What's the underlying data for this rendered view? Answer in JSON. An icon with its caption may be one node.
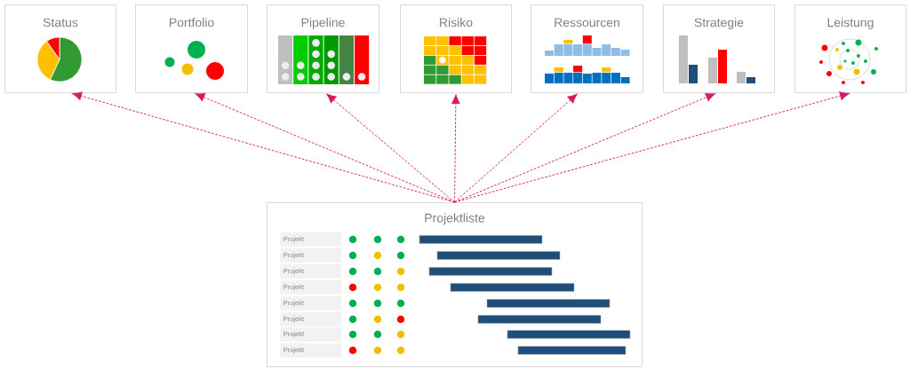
{
  "diagram": {
    "nodes": [
      {
        "text": [
          "Status"
        ]
      },
      {
        "text": [
          "Portfolio"
        ]
      },
      {
        "text": [
          "Pipeline"
        ]
      },
      {
        "text": [
          "Risiko"
        ]
      },
      {
        "text": [
          "Ressourcen"
        ]
      },
      {
        "text": [
          "Strategie"
        ]
      },
      {
        "text": [
          "Leistung"
        ]
      },
      {
        "text": [
          "Projektliste"
        ]
      },
      {
        "text": [
          "Projekt"
        ],
        "in": 7
      },
      {
        "text": [
          "Projekt"
        ],
        "in": 7
      },
      {
        "text": [
          "Projekt"
        ],
        "in": 7
      },
      {
        "text": [
          "Projekt"
        ],
        "in": 7
      },
      {
        "text": [
          "Projekt"
        ],
        "in": 7
      },
      {
        "text": [
          "Projekt"
        ],
        "in": 7
      },
      {
        "text": [
          "Projekt"
        ],
        "in": 7
      },
      {
        "text": [
          "Projekt"
        ],
        "in": 7
      }
    ],
    "edges": [
      {
        "from": 7,
        "to": 0,
        "arrow": "to",
        "style": "dashed"
      },
      {
        "from": 7,
        "to": 1,
        "arrow": "to",
        "style": "dashed"
      },
      {
        "from": 7,
        "to": 2,
        "arrow": "to",
        "style": "dashed"
      },
      {
        "from": 7,
        "to": 3,
        "arrow": "to",
        "style": "dashed"
      },
      {
        "from": 7,
        "to": 4,
        "arrow": "to",
        "style": "dashed"
      },
      {
        "from": 7,
        "to": 5,
        "arrow": "to",
        "style": "dashed"
      },
      {
        "from": 7,
        "to": 6,
        "arrow": "to",
        "style": "dashed"
      }
    ]
  }
}
